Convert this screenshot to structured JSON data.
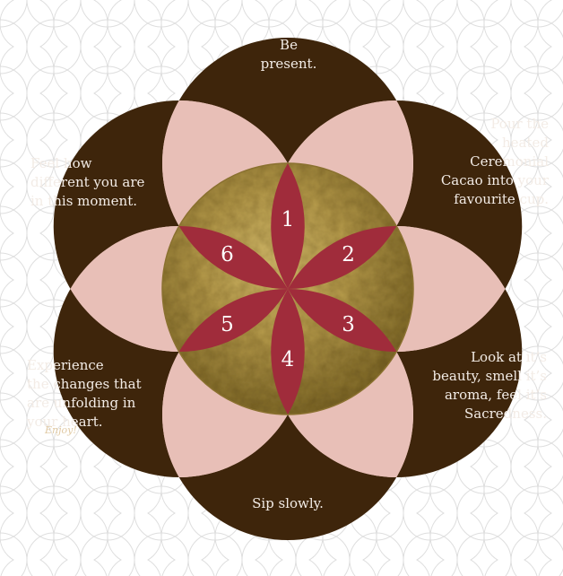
{
  "steps": [
    {
      "number": "1",
      "text": "Be\npresent."
    },
    {
      "number": "2",
      "text": "Pour the\nheated\nCeremonial\nCacao into your\nfavourite cup."
    },
    {
      "number": "3",
      "text": "Look at it’s\nbeauty, smell it’s\naroma, feel it’s\nSacredness."
    },
    {
      "number": "4",
      "text": "Sip slowly."
    },
    {
      "number": "5",
      "text": "Experience\nthe changes that\nare unfolding in\nyour heart."
    },
    {
      "number": "6",
      "text": "Feel how\ndifferent you are\nin this moment."
    }
  ],
  "signoff": "Enjoy!",
  "colors": {
    "dark_brown": "#3e250b",
    "pink": "#e8bfb7",
    "crimson": "#a02c3b",
    "gold": "#a88f40",
    "gold_light": "#c9b160",
    "pattern_line": "#dedede"
  }
}
